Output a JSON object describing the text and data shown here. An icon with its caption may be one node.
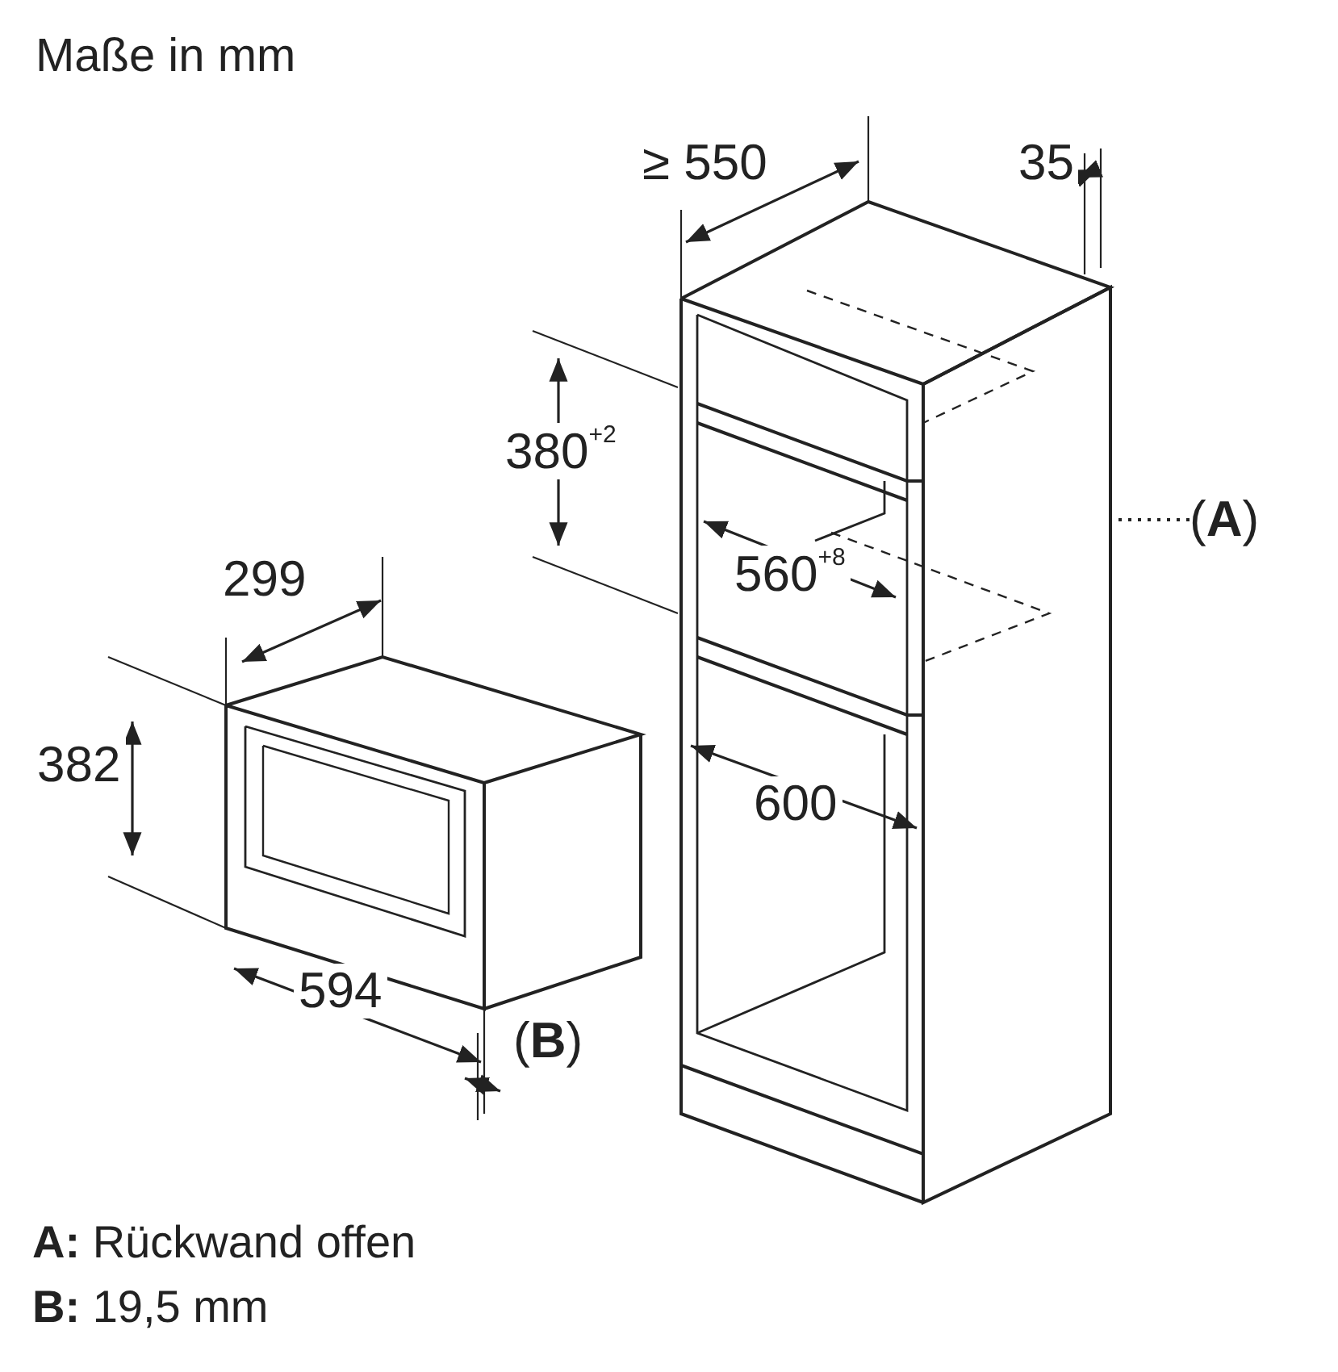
{
  "diagram": {
    "title": "Maße in mm",
    "nodes": [
      {
        "text": [
          "(**A**)"
        ]
      },
      {
        "text": [],
        "shape": "box"
      }
    ],
    "edges": [
      {
        "from": 0,
        "to": 1,
        "arrow": "none",
        "style": "dashed"
      }
    ],
    "labels": [
      "≥ 550",
      "35",
      "380$^{+2}$",
      "299",
      "560$^{+8}$",
      "382",
      "600",
      "594",
      "(**B**)",
      "**A:** Rückwand offen",
      "**B:** 19,5 mm"
    ]
  }
}
